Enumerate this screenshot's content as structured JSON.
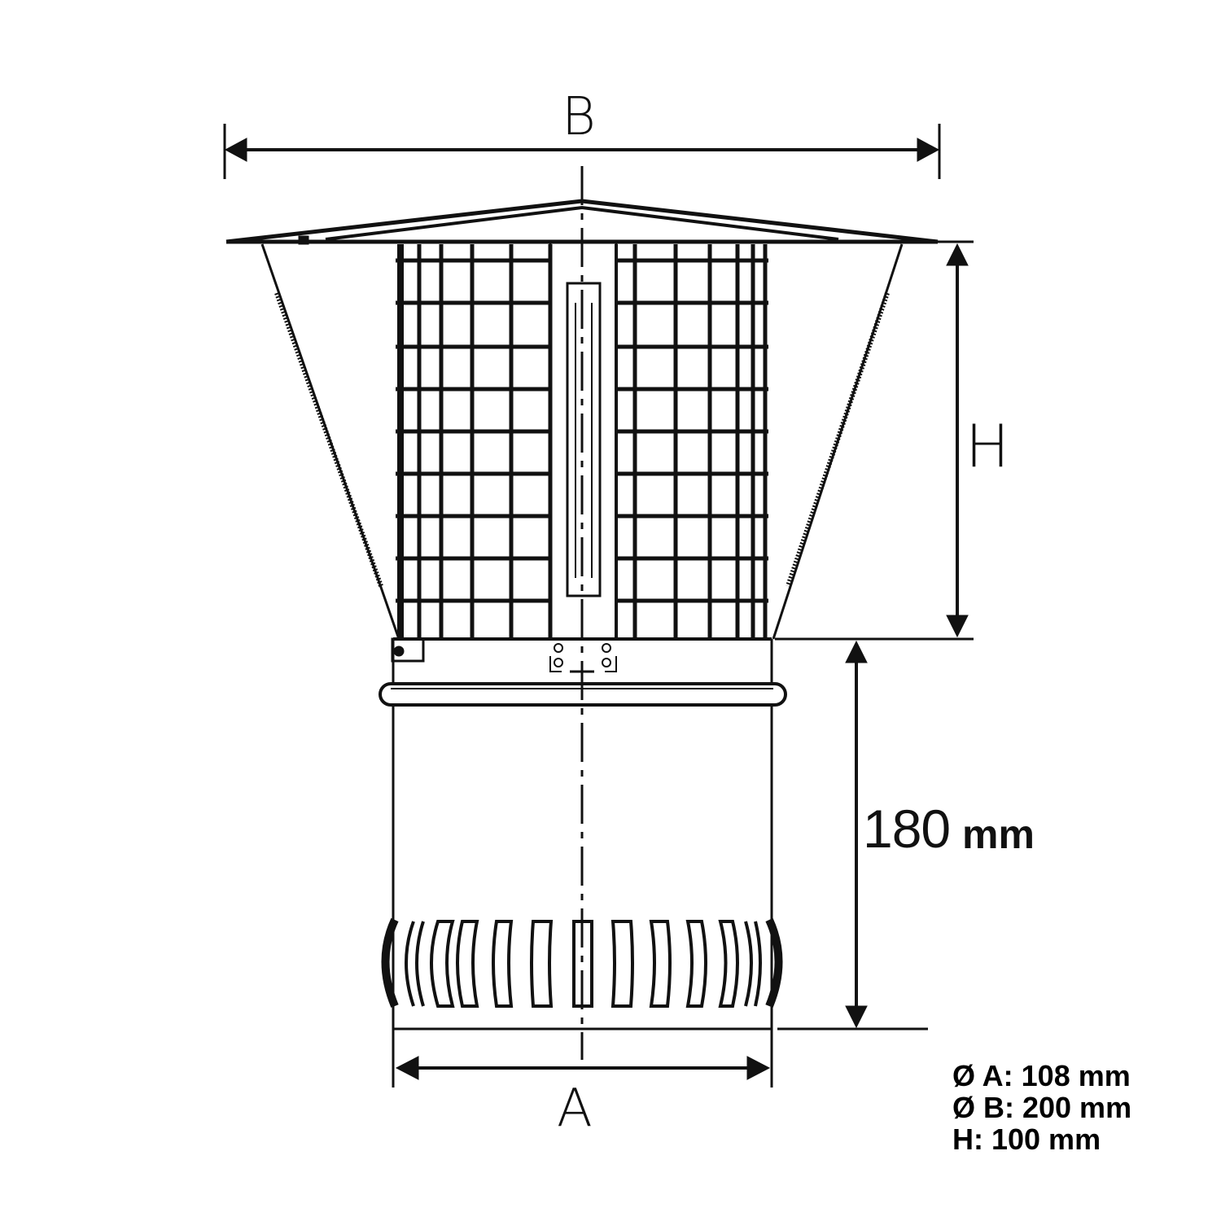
{
  "diagram": {
    "subject": "Chimney cowl with mesh spark arrestor and spigot",
    "dimension_labels": {
      "top_width": "B",
      "hood_height": "H",
      "base_width": "A",
      "spigot_height_value": "180",
      "spigot_height_unit": "mm"
    },
    "specifications": [
      {
        "label": "Ø A: 108 mm"
      },
      {
        "label": "Ø B: 200 mm"
      },
      {
        "label": "H: 100 mm"
      }
    ],
    "colors": {
      "line": "#111111",
      "background": "#ffffff"
    }
  }
}
